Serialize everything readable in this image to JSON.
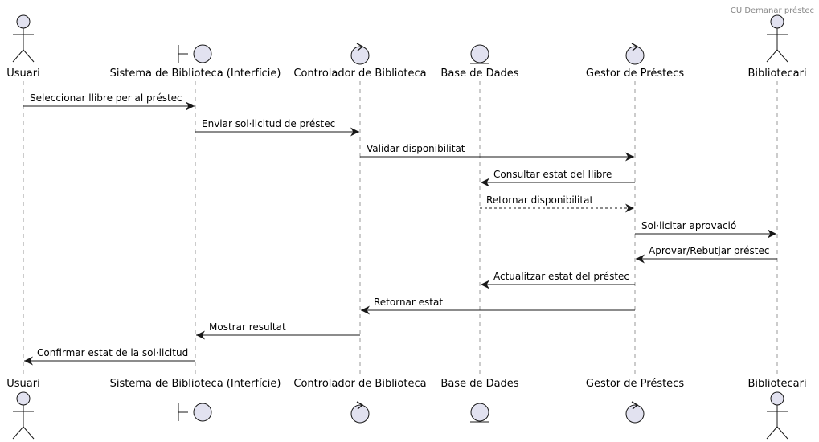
{
  "diagram": {
    "title": "CU Demanar préstec",
    "colors": {
      "shape_fill": "#E2E2F0",
      "line": "#181818",
      "lifeline": "#555555",
      "title": "#888888"
    },
    "participants": [
      {
        "id": "usuari",
        "name": "Usuari",
        "kind": "actor"
      },
      {
        "id": "sistema",
        "name": "Sistema de Biblioteca (Interfície)",
        "kind": "boundary"
      },
      {
        "id": "controlador",
        "name": "Controlador de Biblioteca",
        "kind": "control"
      },
      {
        "id": "base",
        "name": "Base de Dades",
        "kind": "entity"
      },
      {
        "id": "gestor",
        "name": "Gestor de Préstecs",
        "kind": "control"
      },
      {
        "id": "bibliotecari",
        "name": "Bibliotecari",
        "kind": "actor"
      }
    ],
    "messages": [
      {
        "from": "usuari",
        "to": "sistema",
        "text": "Seleccionar llibre per al préstec",
        "style": "solid"
      },
      {
        "from": "sistema",
        "to": "controlador",
        "text": "Enviar sol·licitud de préstec",
        "style": "solid"
      },
      {
        "from": "controlador",
        "to": "gestor",
        "text": "Validar disponibilitat",
        "style": "solid"
      },
      {
        "from": "gestor",
        "to": "base",
        "text": "Consultar estat del llibre",
        "style": "solid"
      },
      {
        "from": "base",
        "to": "gestor",
        "text": "Retornar disponibilitat",
        "style": "dashed"
      },
      {
        "from": "gestor",
        "to": "bibliotecari",
        "text": "Sol·licitar aprovació",
        "style": "solid"
      },
      {
        "from": "bibliotecari",
        "to": "gestor",
        "text": "Aprovar/Rebutjar préstec",
        "style": "solid"
      },
      {
        "from": "gestor",
        "to": "base",
        "text": "Actualitzar estat del préstec",
        "style": "solid"
      },
      {
        "from": "gestor",
        "to": "controlador",
        "text": "Retornar estat",
        "style": "solid"
      },
      {
        "from": "controlador",
        "to": "sistema",
        "text": "Mostrar resultat",
        "style": "solid"
      },
      {
        "from": "sistema",
        "to": "usuari",
        "text": "Confirmar estat de la sol·licitud",
        "style": "solid"
      }
    ]
  }
}
